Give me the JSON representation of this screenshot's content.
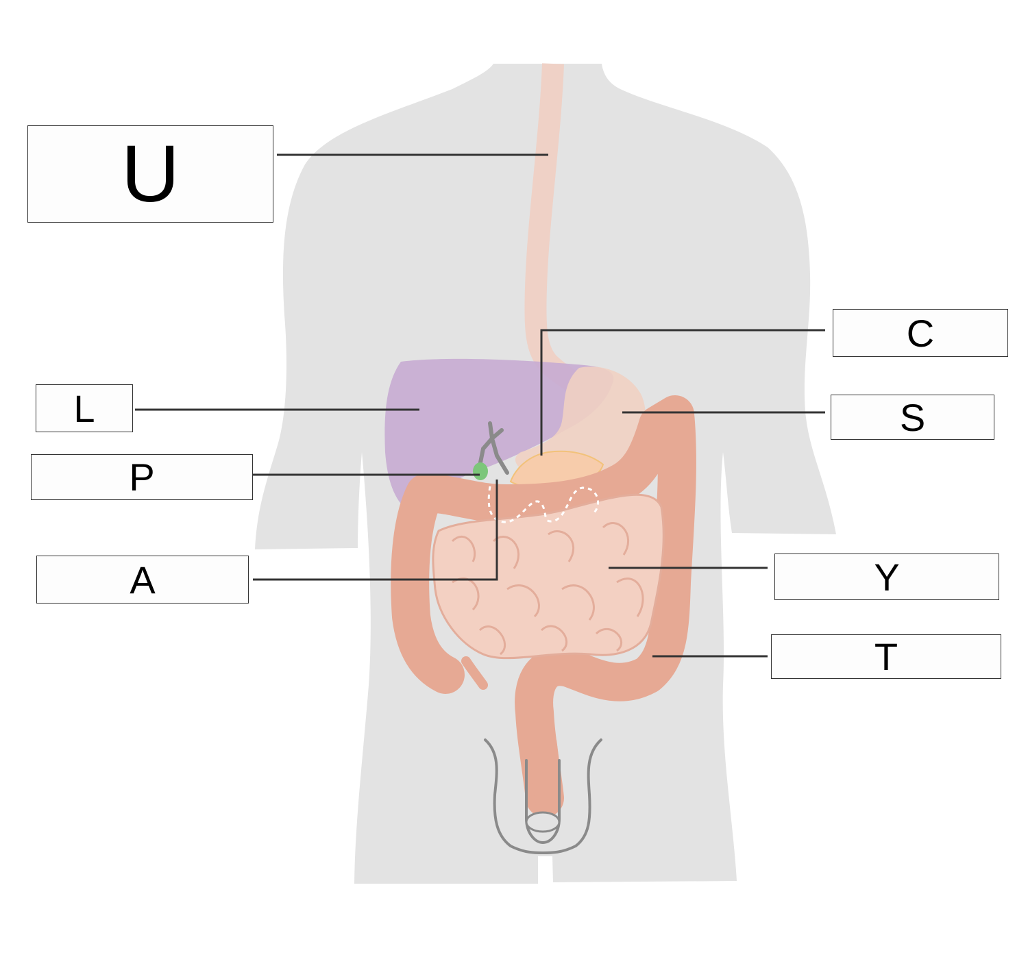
{
  "labels": {
    "U": "U",
    "C": "C",
    "L": "L",
    "S": "S",
    "P": "P",
    "A": "A",
    "Y": "Y",
    "T": "T"
  },
  "colors": {
    "body_silhouette": "#e3e3e3",
    "esophagus": "#efd1c6",
    "liver": "#c6abd1",
    "stomach": "#f0d0c2",
    "small_intestine": "#f3d0c2",
    "large_intestine": "#e6a994",
    "gallbladder": "#7cc67a",
    "pancreas": "#f7ccab",
    "leader_line": "#333333"
  }
}
